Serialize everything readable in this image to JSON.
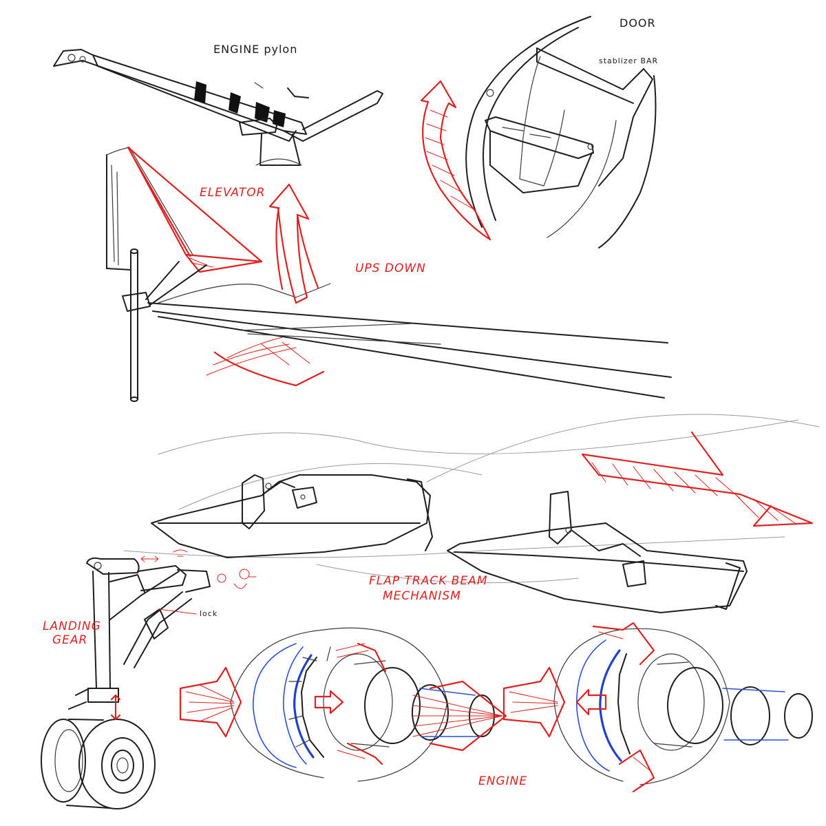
{
  "labels": {
    "engine_pylon": "ENGINE pylon",
    "door": "DOOR",
    "stabilizer_bar": "stablizer BAR",
    "elevator": "ELEVATOR",
    "ups_down": "UPS DOWN",
    "flap_track_line1": "FLAP TRACK BEAM",
    "flap_track_line2": "MECHANISM",
    "landing_gear_line1": "LANDING",
    "landing_gear_line2": "GEAR",
    "lock": "lock",
    "engine": "ENGINE"
  },
  "colors": {
    "ink": "#1d1d1d",
    "accent_red": "#e02020",
    "construction_blue": "#2c4fd6",
    "paper": "#ffffff"
  }
}
